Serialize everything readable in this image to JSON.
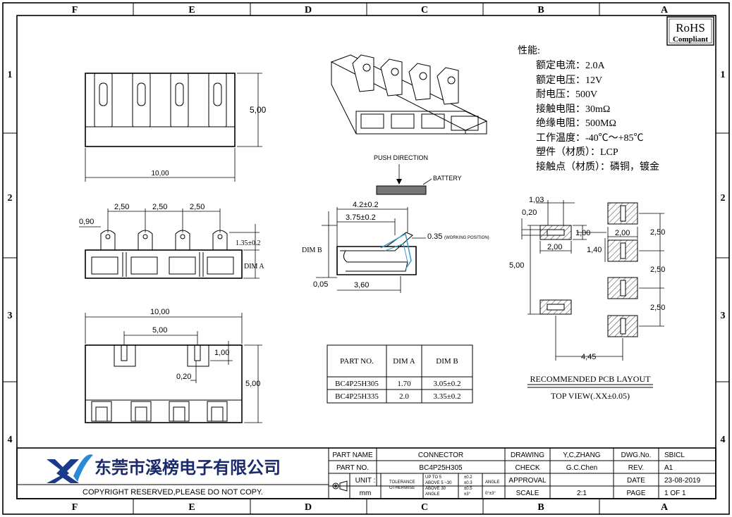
{
  "frame": {
    "cols": [
      "F",
      "E",
      "D",
      "C",
      "B",
      "A"
    ],
    "rows": [
      "1",
      "2",
      "3",
      "4"
    ]
  },
  "rohs": {
    "line1": "RoHS",
    "line2": "Compliant"
  },
  "specs": {
    "heading": "性能:",
    "items": [
      "额定电流：2.0A",
      "额定电压：12V",
      "耐电压：500V",
      "接触电阻：30mΩ",
      "绝缘电阻：500MΩ",
      "工作温度：-40℃～+85℃",
      "塑件（材质）：LCP",
      "接触点（材质）：磷铜，镀金"
    ]
  },
  "top_view": {
    "width": "10,00",
    "height": "5,00"
  },
  "front_view": {
    "pitch1": "2,50",
    "pitch2": "2,50",
    "pitch3": "2,50",
    "offset": "0,90",
    "height": "1.35±0.2",
    "dim_a": "DIM A"
  },
  "bottom_view": {
    "width": "10,00",
    "inner": "5,00",
    "slot_h": "1,00",
    "slot_w": "0,20",
    "height": "5,00"
  },
  "push": {
    "direction": "PUSH DIRECTION",
    "battery": "BATTERY"
  },
  "side_view": {
    "d1": "4.2±0.2",
    "d2": "3.75±0.2",
    "work": "0.35",
    "work_note": "(WORKING POSITION)",
    "dim_b": "DIM B",
    "d3": "0,05",
    "d4": "3,60"
  },
  "parts_table": {
    "headers": [
      "PART NO.",
      "DIM A",
      "DIM B"
    ],
    "rows": [
      [
        "BC4P25H305",
        "1.70",
        "3.05±0.2"
      ],
      [
        "BC4P25H335",
        "2.0",
        "3.35±0.2"
      ]
    ]
  },
  "pcb": {
    "d103": "1,03",
    "d020": "0,20",
    "d100": "1,00",
    "d200a": "2,00",
    "d200b": "2,00",
    "d140": "1,40",
    "d500": "5,00",
    "d250a": "2,50",
    "d250b": "2,50",
    "d250c": "2,50",
    "d445": "4,45",
    "title": "RECOMMENDED PCB LAYOUT",
    "subtitle": "TOP VIEW(.XX±0.05)"
  },
  "title_block": {
    "company": "东莞市溪榜电子有限公司",
    "copyright": "COPYRIGHT RESERVED,PLEASE DO NOT COPY.",
    "part_name_label": "PART NAME",
    "part_name": "CONNECTOR",
    "part_no_label": "PART NO.",
    "part_no": "BC4P25H305",
    "unit_label": "UNIT :",
    "unit": "mm",
    "tolerance_label": "TOLERANCE",
    "otherwise_label": "OTHERWISE",
    "tol_rows": [
      [
        "UP TO 5",
        "±0.2"
      ],
      [
        "ABOVE 5 ~30",
        "±0.3"
      ],
      [
        "ABOVE 30",
        "±0.5"
      ],
      [
        "ANGLE",
        "±3°"
      ]
    ],
    "angle_label": "ANGLE",
    "angle_value": "0°±3°",
    "drawing_label": "DRAWING",
    "drawing": "Y,C,ZHANG",
    "check_label": "CHECK",
    "check": "G.C.Chen",
    "approval_label": "APPROVAL",
    "scale_label": "SCALE",
    "scale": "2:1",
    "dwg_label": "DWG.No.",
    "dwg": "SBICL",
    "rev_label": "REV.",
    "rev": "A1",
    "date_label": "DATE",
    "date": "23-08-2019",
    "page_label": "PAGE",
    "page": "1 OF 1"
  }
}
